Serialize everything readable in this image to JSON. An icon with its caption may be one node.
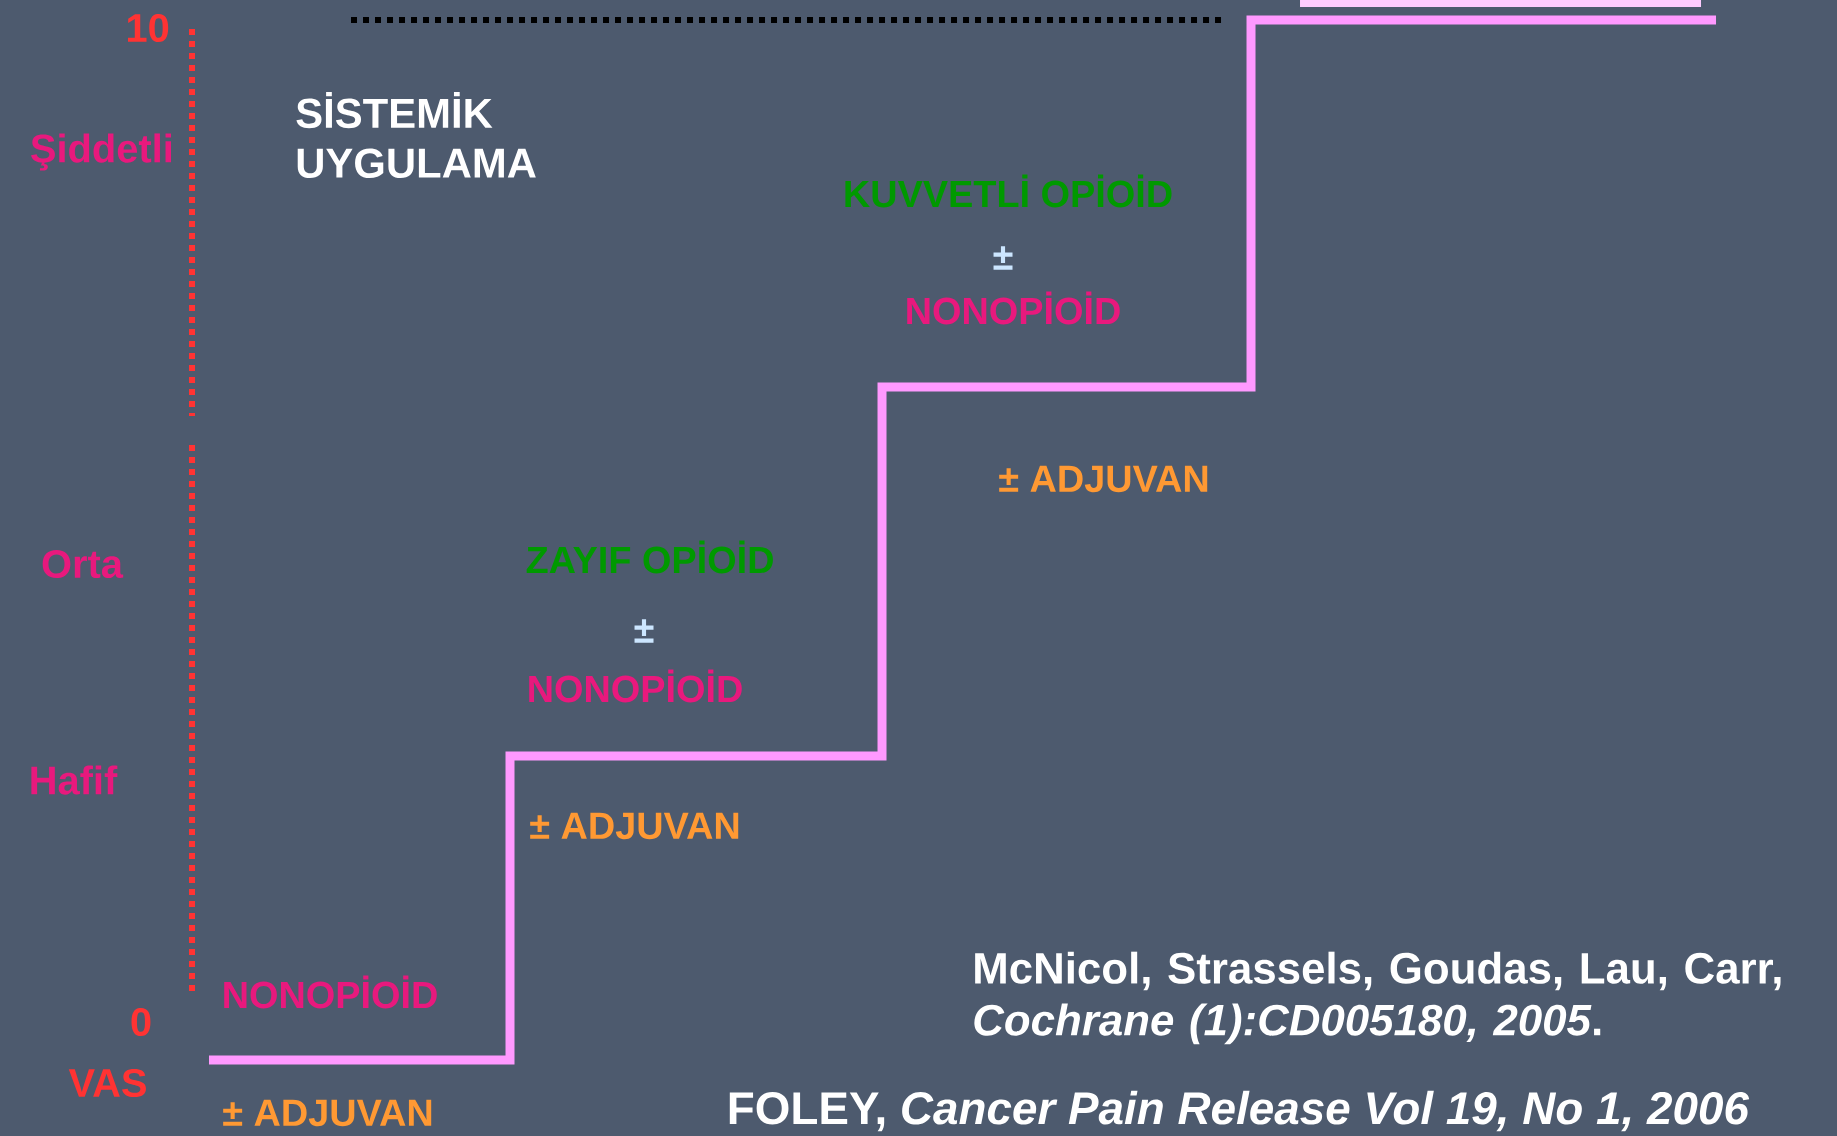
{
  "diagram": {
    "labels": [
      "10",
      "Şiddetli",
      "SİSTEMİK UYGULAMA",
      "KUVVETLİ OPİOİD",
      "±",
      "NONOPİOİD",
      "± ADJUVAN",
      "Orta",
      "ZAYIF OPİOİD",
      "±",
      "NONOPİOİD",
      "Hafif",
      "± ADJUVAN",
      "McNicol, Strassels, Goudas, Lau, Carr, *Cochrane (1):CD005180, 2005*.",
      "NONOPİOİD",
      "0",
      "VAS",
      "± ADJUVAN",
      "FOLEY, *Cancer Pain Release Vol 19, No 1, 2006*"
    ]
  }
}
